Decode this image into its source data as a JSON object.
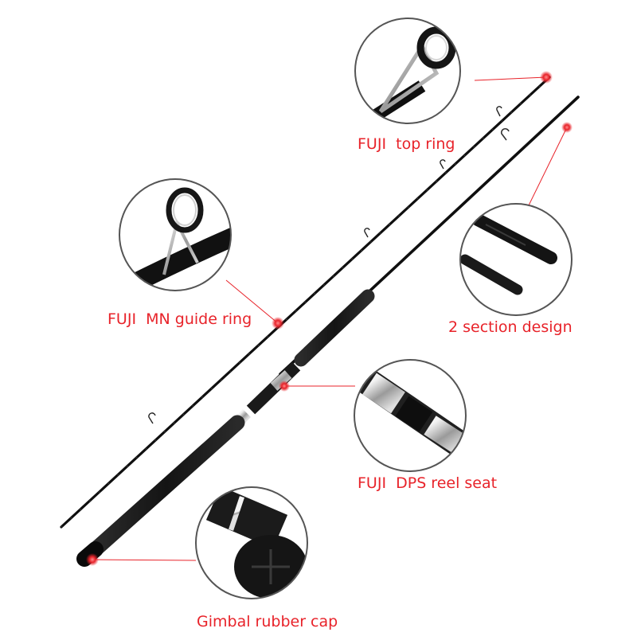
{
  "labels": {
    "top_ring": "FUJI  top ring",
    "guide_ring": "FUJI  MN guide ring",
    "section_design": "2 section design",
    "reel_seat": "FUJI  DPS reel seat",
    "rubber_cap": "Gimbal rubber cap"
  },
  "colors": {
    "accent": "#e8232a",
    "rod": "#111111",
    "grip": "#1c1c1c",
    "circle_border": "#555555",
    "chrome": "#b8b8b8"
  }
}
